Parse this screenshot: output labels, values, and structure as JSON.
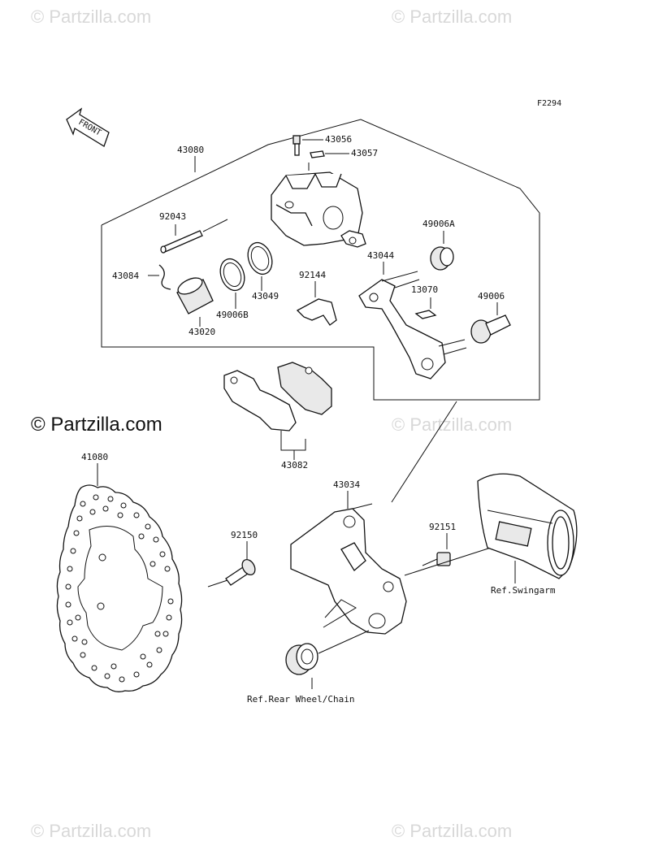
{
  "diagram": {
    "figure_code": "F2294",
    "front_label": "FRONT",
    "watermarks": [
      "© Partzilla.com",
      "© Partzilla.com",
      "© Partzilla.com",
      "© Partzilla.com",
      "© Partzilla.com"
    ],
    "main_watermark": "© Partzilla.com",
    "parts": {
      "p43080": "43080",
      "p43056": "43056",
      "p43057": "43057",
      "p92043": "92043",
      "p43084": "43084",
      "p43049": "43049",
      "p49006B": "49006B",
      "p43020": "43020",
      "p92144": "92144",
      "p43044": "43044",
      "p49006A": "49006A",
      "p13070": "13070",
      "p49006": "49006",
      "p43082": "43082",
      "p41080": "41080",
      "p92150": "92150",
      "p43034": "43034",
      "p92151": "92151"
    },
    "refs": {
      "swingarm": "Ref.Swingarm",
      "rear_wheel": "Ref.Rear Wheel/Chain"
    }
  }
}
